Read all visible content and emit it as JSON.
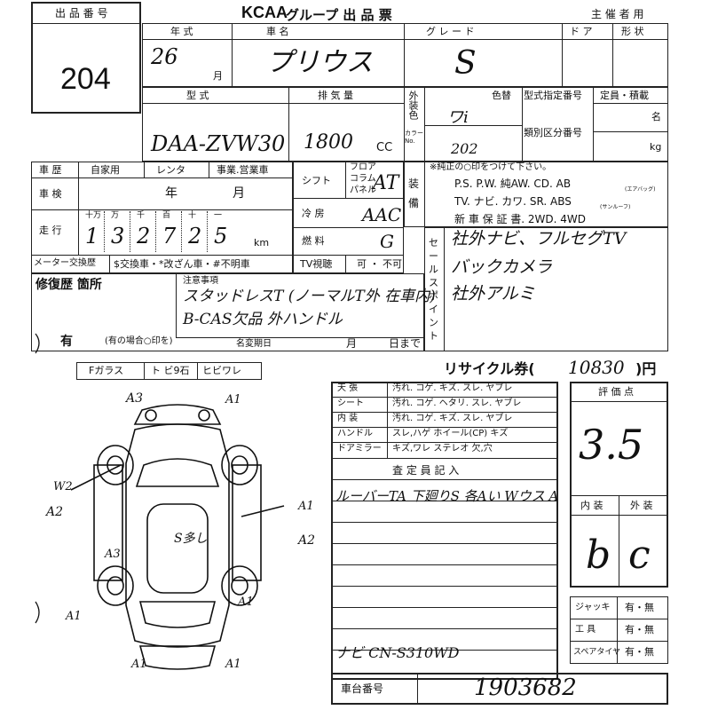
{
  "header": {
    "lot_number_label": "出 品 番 号",
    "lot_number": "204",
    "title_logo": "KCAA",
    "title": "グループ 出 品 票",
    "organizer_label": "主 催 者 用"
  },
  "top_row": {
    "year_label": "年 式",
    "year_value": "26",
    "month_label": "月",
    "car_label": "車 名",
    "car_value": "プリウス",
    "grade_label": "グ レ ー ド",
    "grade_value": "S",
    "door_label": "ド ア",
    "shape_label": "形 状"
  },
  "model_row": {
    "model_label": "型 式",
    "model_value": "DAA-ZVW30",
    "displacement_label": "排 気 量",
    "displacement_value": "1800",
    "cc_label": "CC",
    "exterior_label": "外装色",
    "color_no_label": "カラーNo.",
    "color_label": "色替",
    "color_value": "ワi",
    "color_no_value": "202",
    "type_designation_label": "型式指定番号",
    "class_label": "類別区分番号",
    "capacity_label": "定員・積載",
    "capacity_unit1": "名",
    "capacity_unit2": "kg"
  },
  "history": {
    "use_label": "車 歴",
    "private_label": "自家用",
    "rental_label": "レンタ",
    "business_label": "事業.営業車",
    "inspection_label": "車 検",
    "year_unit": "年",
    "month_unit": "月",
    "mileage_label": "走 行",
    "digit_labels": [
      "十万",
      "万",
      "千",
      "百",
      "十",
      "一"
    ],
    "mileage_digits": [
      "1",
      "3",
      "2",
      "7",
      "2",
      "5"
    ],
    "km_label": "km",
    "meter_label": "メーター交換歴",
    "meter_options": "$交換車・*改ざん車・#不明車"
  },
  "specs": {
    "shift_label": "シフト",
    "floor_label": "フロア",
    "column_label": "コラム",
    "panel_label": "パネル",
    "shift_value": "AT",
    "ac_label": "冷 房",
    "ac_value": "AAC",
    "fuel_label": "燃 料",
    "fuel_value": "G",
    "tv_label": "TV視聴",
    "tv_options": "可 ・ 不可"
  },
  "equipment": {
    "label": "装備",
    "note": "※純正の○印をつけて下さい。",
    "row1": "P.S. P.W. 純AW. CD. AB",
    "row2": "TV. ナビ. カワ. SR. ABS",
    "row3": "新 車 保 証 書. 2WD. 4WD",
    "ab_note": "(エアバッグ)",
    "sr_note": "(サンルーフ)"
  },
  "sales_points": {
    "label": "セールスポイント",
    "lines": [
      "社外ナビ、フルセグTV",
      "バックカメラ",
      "社外アルミ"
    ]
  },
  "repair": {
    "label": "修復歴 箇所",
    "has_label": "有",
    "has_note": "(有の場合○印を)",
    "notes_label": "注意事項",
    "notes": [
      "スタッドレスT (ノーマルT外 在車内)",
      "B-CAS欠品 外ハンドル"
    ],
    "name_change_label": "名変期日",
    "day_until": "日まで",
    "month_label": "月"
  },
  "glass": {
    "f_glass": "Fガラス",
    "chip": "ト ビ9石",
    "crack": "ヒビワレ"
  },
  "diagram_marks": [
    "A3",
    "A1",
    "W2",
    "A2",
    "A1",
    "A2",
    "A3",
    "A1",
    "A1",
    "A1",
    "A1",
    "S多し"
  ],
  "recycle": {
    "label": "リサイクル券(",
    "value": "10830",
    "unit": ")円"
  },
  "condition_table": {
    "rows": [
      {
        "label": "天 張",
        "items": "汚れ. コゲ. キズ. スレ. ヤブレ"
      },
      {
        "label": "シート",
        "items": "汚れ. コゲ. ヘタリ. スレ. ヤブレ"
      },
      {
        "label": "内 装",
        "items": "汚れ. コゲ. キズ. スレ. ヤブレ"
      },
      {
        "label": "ハンドル",
        "items": "スレ,ハゲ ホイール(CP) キズ"
      },
      {
        "label": "ドアミラー",
        "items": "キズ,ワレ ステレオ 欠,穴"
      }
    ]
  },
  "inspector": {
    "label": "査 定 員 記 入",
    "line1": "ルーバーTA 下廻りS 各Aい Wウス A",
    "line2": "ナビ CN-S310WD"
  },
  "scores": {
    "overall_label": "評 価 点",
    "overall": "3.5",
    "interior_label": "内 装",
    "exterior_label": "外 装",
    "interior": "b",
    "exterior": "c"
  },
  "tools": {
    "jack": "ジャッキ",
    "tools": "工 具",
    "spare": "スペアタイヤ",
    "option": "有・無"
  },
  "chassis": {
    "label": "車台番号",
    "value": "1903682"
  }
}
